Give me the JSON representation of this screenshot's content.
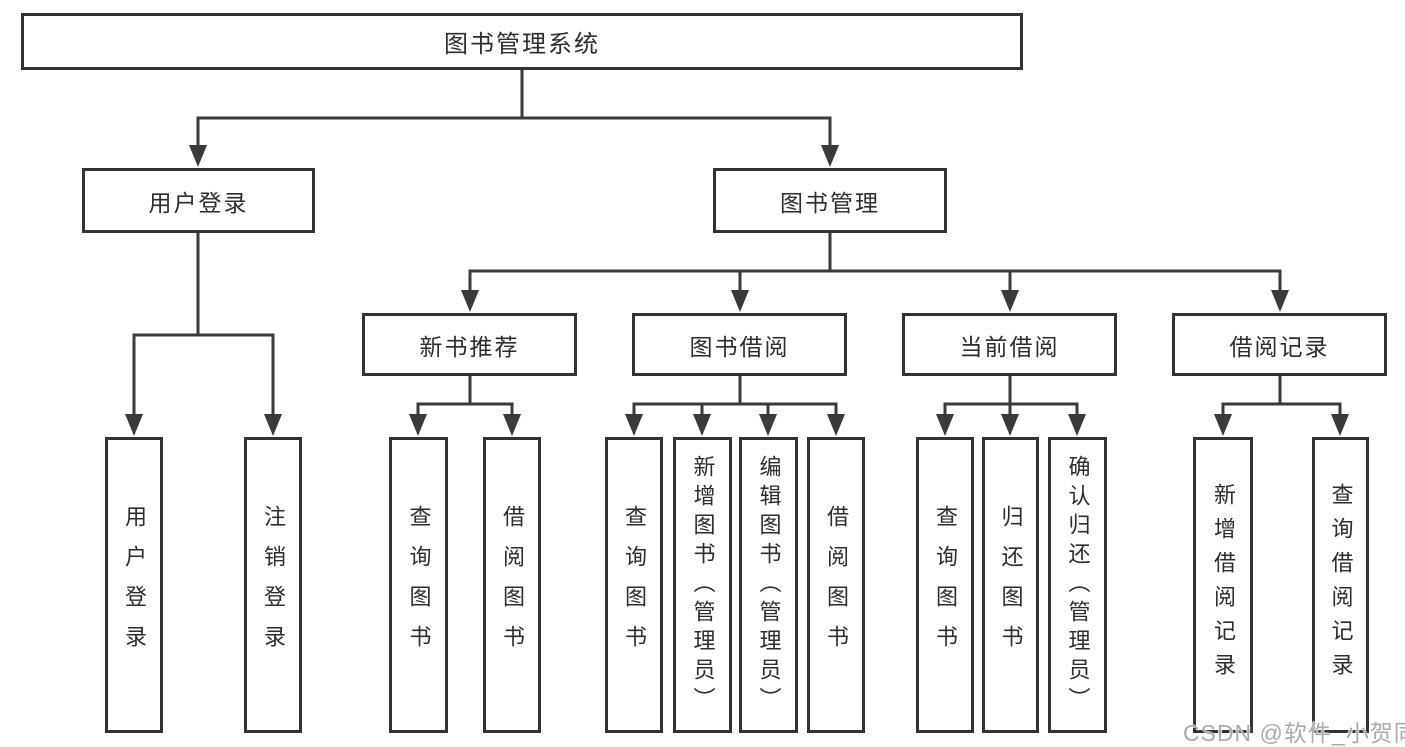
{
  "watermark": "CSDN @软件_小贺同学",
  "colors": {
    "background": "#ffffff",
    "box_border": "#333333",
    "connector": "#3a3a3a",
    "text": "#2d2d2d",
    "watermark": "#a7abb1"
  },
  "tree": {
    "root": "图书管理系统",
    "children": [
      {
        "label": "用户登录",
        "children": [
          "用户登录",
          "注销登录"
        ]
      },
      {
        "label": "图书管理",
        "children": [
          {
            "label": "新书推荐",
            "children": [
              "查询图书",
              "借阅图书"
            ]
          },
          {
            "label": "图书借阅",
            "children": [
              "查询图书",
              "新增图书（管理员）",
              "编辑图书（管理员）",
              "借阅图书"
            ]
          },
          {
            "label": "当前借阅",
            "children": [
              "查询图书",
              "归还图书",
              "确认归还（管理员）"
            ]
          },
          {
            "label": "借阅记录",
            "children": [
              "新增借阅记录",
              "查询借阅记录"
            ]
          }
        ]
      }
    ]
  }
}
